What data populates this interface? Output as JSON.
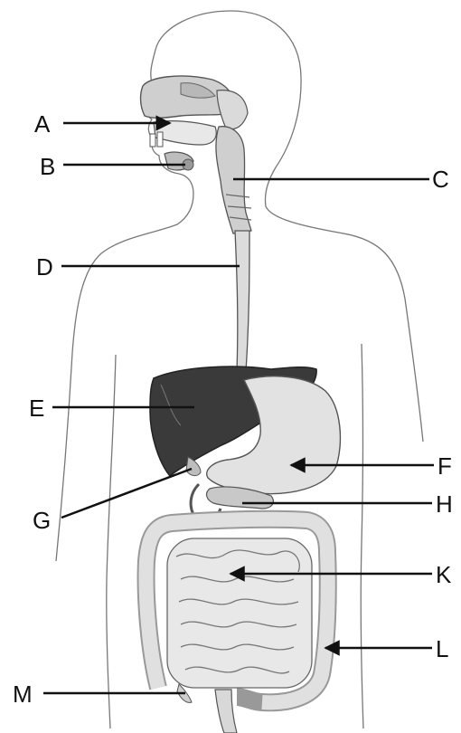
{
  "labels": {
    "A": "A",
    "B": "B",
    "C": "C",
    "D": "D",
    "E": "E",
    "F": "F",
    "G": "G",
    "H": "H",
    "K": "K",
    "L": "L",
    "M": "M"
  },
  "colors": {
    "outline": "#555555",
    "liver": "#3a3a3a",
    "organ_light": "#e2e2e2",
    "organ_mid": "#c8c8c8",
    "leader": "#111111"
  }
}
